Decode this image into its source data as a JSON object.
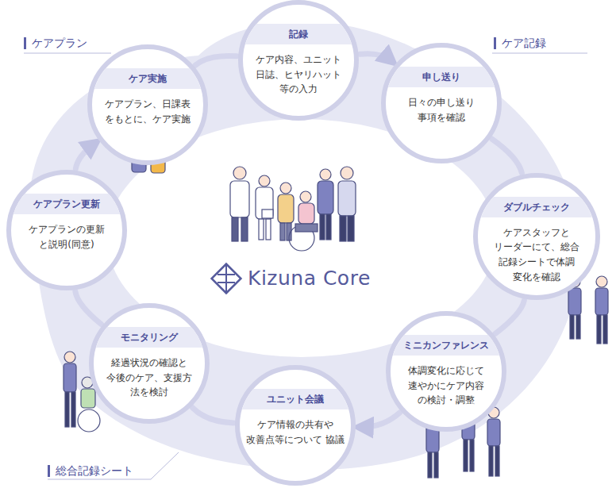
{
  "diagram": {
    "nodes": [
      {
        "text": [
          "記録",
          "ケア内容、ユニット 日誌、ヒヤリハット 等の入力"
        ]
      },
      {
        "text": [
          "申し送り",
          "日々の申し送り 事項を確認"
        ]
      },
      {
        "text": [
          "ダブルチェック",
          "ケアスタッフと リーダーにて、総合 記録シートで体調 変化を確認"
        ]
      },
      {
        "text": [
          "ミニカンファレンス",
          "体調変化に応じて 速やかにケア内容 の検討・調整"
        ]
      },
      {
        "text": [
          "ユニット会議",
          "ケア情報の共有や 改善点等について 協議"
        ]
      },
      {
        "text": [
          "モニタリング",
          "経過状況の確認と 今後のケア、支援方 法を検討"
        ]
      },
      {
        "text": [
          "ケアプラン更新",
          "ケアプランの更新 と説明(同意)"
        ]
      },
      {
        "text": [
          "ケア実施",
          "ケアプラン、日課表 をもとに、ケア実施"
        ]
      }
    ],
    "edges": [
      {
        "from": 7,
        "to": 0,
        "arrow": "none"
      },
      {
        "from": 0,
        "to": 1,
        "arrow": "to"
      },
      {
        "from": 1,
        "to": 2,
        "arrow": "none"
      },
      {
        "from": 2,
        "to": 3,
        "arrow": "none"
      },
      {
        "from": 3,
        "to": 4,
        "arrow": "to"
      },
      {
        "from": 4,
        "to": 5,
        "arrow": "none"
      },
      {
        "from": 5,
        "to": 6,
        "arrow": "none"
      },
      {
        "from": 6,
        "to": 7,
        "arrow": "to"
      }
    ],
    "labels": [
      "ケアプラン",
      "ケア記録",
      "総合記録シート",
      "Kizuna Core"
    ]
  }
}
